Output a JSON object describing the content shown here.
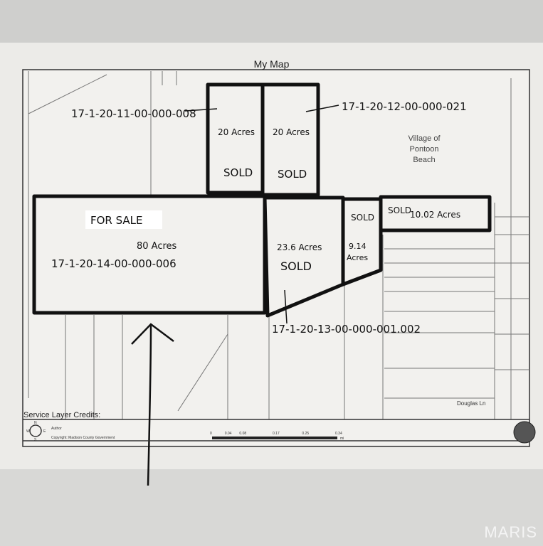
{
  "map": {
    "title": "My Map",
    "service_credits": "Service Layer Credits:",
    "author_label": "Author",
    "copyright": "Copyright: Madison County Government",
    "scale_ticks": [
      "0",
      "0.04",
      "0.08",
      "0.17",
      "0.25",
      "0.34"
    ],
    "scale_unit": "mi",
    "village_label": [
      "Village of",
      "Pontoon",
      "Beach"
    ],
    "street_label": "Douglas Ln",
    "compass": [
      "N",
      "W",
      "E",
      "S"
    ]
  },
  "annotations": {
    "parcel_008_id": "17-1-20-11-00-000-008",
    "parcel_021_id": "17-1-20-12-00-000-021",
    "parcel_006_id": "17-1-20-14-00-000-006",
    "parcel_001_id": "17-1-20-13-00-000-001.002",
    "for_sale": "FOR SALE",
    "acres_80": "80 Acres",
    "acres_20a": "20 Acres",
    "acres_20b": "20 Acres",
    "acres_23": "23.6 Acres",
    "acres_9": "9.14",
    "acres_9b": "Acres",
    "acres_10": "10.02 Acres",
    "sold": "SOLD"
  },
  "watermark": "MARIS"
}
